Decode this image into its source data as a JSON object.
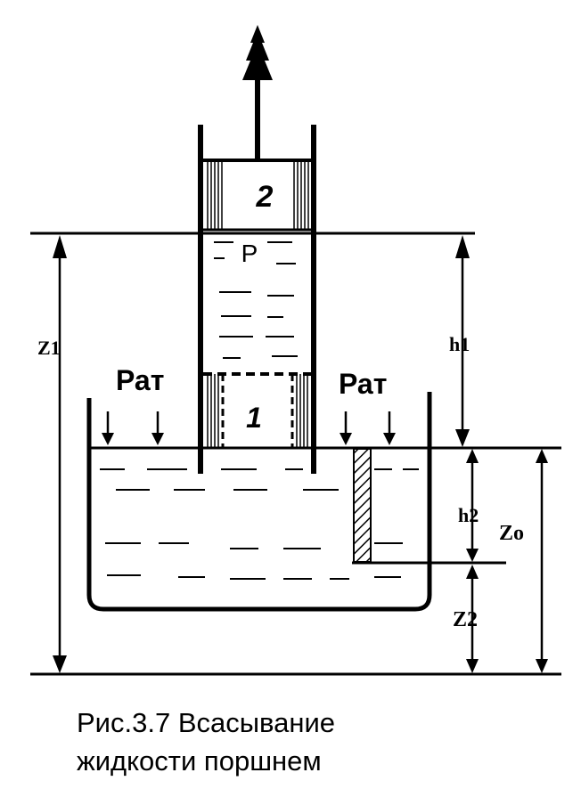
{
  "diagram": {
    "labels": {
      "piston_top": "2",
      "piston_bottom": "1",
      "pressure": "P",
      "atm_left": "Рат",
      "atm_right": "Рат",
      "z1": "Z1",
      "h1": "h1",
      "h2": "h2",
      "zo": "Zo",
      "z2": "Z2"
    }
  },
  "caption": {
    "line1": "Рис.3.7 Всасывание",
    "line2": "жидкости поршнем"
  }
}
